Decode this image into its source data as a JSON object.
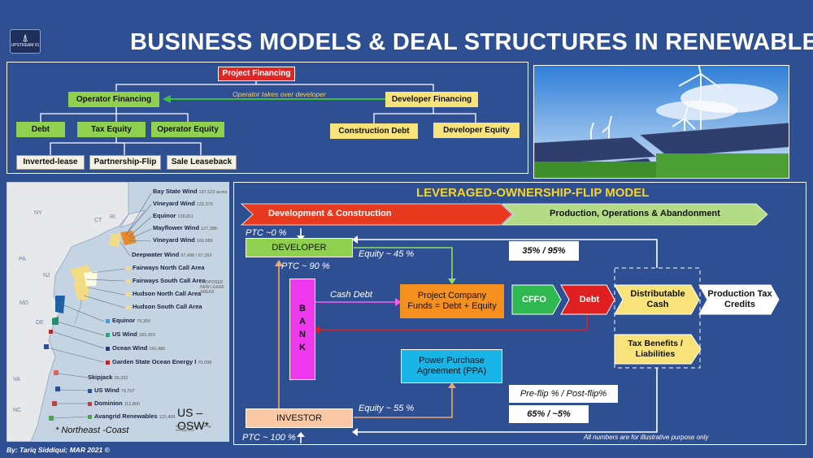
{
  "title": "BUSINESS MODELS & DEAL STRUCTURES IN RENEWABLES",
  "logo_text": "UPSTREAM 01",
  "financing_tree": {
    "root": "Project Financing",
    "operator": "Operator Financing",
    "developer": "Developer Financing",
    "takeover_note": "Operator takes over developer",
    "debt": "Debt",
    "tax_equity": "Tax Equity",
    "operator_equity": "Operator Equity",
    "construction_debt": "Construction Debt",
    "developer_equity": "Developer Equity",
    "inverted_lease": "Inverted-lease",
    "partnership_flip": "Partnership-Flip",
    "sale_leaseback": "Sale Leaseback"
  },
  "map": {
    "states": [
      "NY",
      "CT",
      "RI",
      "PA",
      "NJ",
      "MD",
      "DE",
      "VA",
      "NC"
    ],
    "wind_areas": [
      {
        "name": "Bay State Wind",
        "value": "187,523 acres"
      },
      {
        "name": "Vineyard Wind",
        "value": "132,370"
      },
      {
        "name": "Equinor",
        "value": "128,811"
      },
      {
        "name": "Mayflower Wind",
        "value": "127,388"
      },
      {
        "name": "Vineyard Wind",
        "value": "166,886"
      },
      {
        "name": "Deepwater Wind",
        "value": "97,498 / 67,252"
      },
      {
        "name": "Fairways North Call Area",
        "value": ""
      },
      {
        "name": "Fairways South Call Area",
        "value": ""
      },
      {
        "name": "Hudson North Call Area",
        "value": ""
      },
      {
        "name": "Hudson South Call Area",
        "value": ""
      },
      {
        "name": "Equinor",
        "value": "79,350"
      },
      {
        "name": "US Wind",
        "value": "183,353"
      },
      {
        "name": "Ocean Wind",
        "value": "160,480"
      },
      {
        "name": "Garden State Ocean Energy I",
        "value": "70,098"
      },
      {
        "name": "Skipjack",
        "value": "26,332"
      },
      {
        "name": "US Wind",
        "value": "79,707"
      },
      {
        "name": "Dominion",
        "value": "112,800"
      },
      {
        "name": "Avangrid Renewables",
        "value": "122,405"
      }
    ],
    "proposed_note": "PROPOSED NEW LEASE AREAS",
    "region_label": "US – OSW*",
    "footnote": "* Northeast -Coast",
    "source": "Bureau of Ocean Energy Management",
    "colors": {
      "water": "#c5d4e2",
      "land": "#e6e8ea",
      "call_area": "#f2dc84",
      "lease": "#e98b2a"
    }
  },
  "model": {
    "title": "LEVERAGED-OWNERSHIP-FLIP MODEL",
    "phase1": "Development & Construction",
    "phase2": "Production, Operations & Abandonment",
    "developer": "DEVELOPER",
    "investor": "INVESTOR",
    "bank": "BANK",
    "project_company": "Project Company Funds = Debt + Equity",
    "ppa": "Power Purchase Agreement (PPA)",
    "cffo": "CFFO",
    "debt": "Debt",
    "distributable_cash": "Distributable Cash",
    "production_tax_credits": "Production Tax Credits",
    "tax_benefits": "Tax Benefits / Liabilities",
    "ptc_0": "PTC ~0 %",
    "ptc_90": "PTC ~ 90 %",
    "ptc_100": "PTC ~ 100 %",
    "equity_45": "Equity ~ 45 %",
    "equity_55": "Equity ~ 55 %",
    "cash_debt": "Cash Debt",
    "split_dev": "35% / 95%",
    "split_inv": "65% / ~5%",
    "flip_label": "Pre-flip % / Post-flip%",
    "illustrative_note": "All numbers are for illustrative purpose only"
  },
  "byline": "By: Tariq Siddiqui; MAR 2021 ©"
}
